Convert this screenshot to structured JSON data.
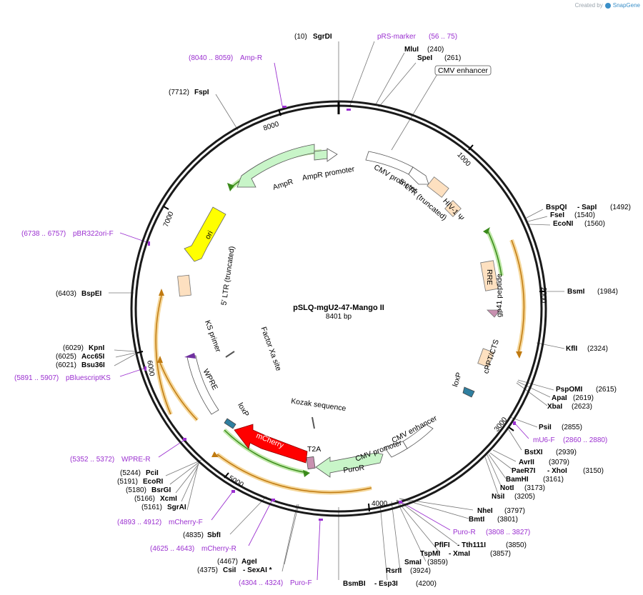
{
  "credit": {
    "prefix": "Created by",
    "brand": "SnapGene"
  },
  "plasmid": {
    "name": "pSLQ-mgU2-47-Mango II",
    "length_label": "8401 bp"
  },
  "scale_ticks": [
    "1000",
    "2000",
    "3000",
    "4000",
    "5000",
    "6000",
    "7000",
    "8000"
  ],
  "features": {
    "cmv_enhancer_box": "CMV enhancer",
    "cmv_promoter": "CMV promoter",
    "ltr5": "5' LTR (truncated)",
    "hiv_psi": "HIV-1 Ψ",
    "rre": "RRE",
    "gp41": "gp41 peptide",
    "cppt": "cPPT/CTS",
    "loxp_right": "loxP",
    "cmv_enhancer2": "CMV enhancer",
    "cmv_promoter2": "CMV promoter",
    "kozak": "Kozak sequence",
    "t2a": "T2A",
    "puror": "PuroR",
    "mcherry": "mCherry",
    "loxp_left": "loxP",
    "wpre": "WPRE",
    "ks_primer": "KS primer",
    "factor_xa": "Factor Xa site",
    "ltr5b": "5' LTR (truncated)",
    "ori": "ori",
    "ampr": "AmpR",
    "ampr_promoter": "AmpR promoter"
  },
  "sites": {
    "sgrdi": {
      "pos": "(10)",
      "name": "SgrDI"
    },
    "mlui": {
      "name": "MluI",
      "pos": "(240)"
    },
    "spei": {
      "name": "SpeI",
      "pos": "(261)"
    },
    "bspqi": {
      "name": "BspQI",
      "name2": "- SapI",
      "pos": "(1492)"
    },
    "fsei": {
      "name": "FseI",
      "pos": "(1540)"
    },
    "econi": {
      "name": "EcoNI",
      "pos": "(1560)"
    },
    "bsmi": {
      "name": "BsmI",
      "pos": "(1984)"
    },
    "kfli": {
      "name": "KflI",
      "pos": "(2324)"
    },
    "pspomi": {
      "name": "PspOMI",
      "pos": "(2615)"
    },
    "apai": {
      "name": "ApaI",
      "pos": "(2619)"
    },
    "xbai": {
      "name": "XbaI",
      "pos": "(2623)"
    },
    "psii": {
      "name": "PsiI",
      "pos": "(2855)"
    },
    "bstxi": {
      "name": "BstXI",
      "pos": "(2939)"
    },
    "avrii": {
      "name": "AvrII",
      "pos": "(3079)"
    },
    "paer7i": {
      "name": "PaeR7I",
      "name2": "- XhoI",
      "pos": "(3150)"
    },
    "bamhi": {
      "name": "BamHI",
      "pos": "(3161)"
    },
    "noti": {
      "name": "NotI",
      "pos": "(3173)"
    },
    "nsii": {
      "name": "NsiI",
      "pos": "(3205)"
    },
    "nhei": {
      "name": "NheI",
      "pos": "(3797)"
    },
    "bmti": {
      "name": "BmtI",
      "pos": "(3801)"
    },
    "pflfi": {
      "name": "PflFI",
      "name2": "- Tth111I",
      "pos": "(3850)"
    },
    "tspmi": {
      "name": "TspMI",
      "name2": "- XmaI",
      "pos": "(3857)"
    },
    "smai": {
      "name": "SmaI",
      "pos": "(3859)"
    },
    "rsrii": {
      "name": "RsrII",
      "pos": "(3924)"
    },
    "bsmbi": {
      "name": "BsmBI",
      "name2": "- Esp3I",
      "pos": "(4200)"
    },
    "agei": {
      "pos": "(4467)",
      "name": "AgeI"
    },
    "csii": {
      "pos": "(4375)",
      "name": "CsiI",
      "name2": "- SexAI *"
    },
    "sbfi": {
      "pos": "(4835)",
      "name": "SbfI"
    },
    "pcii": {
      "pos": "(5244)",
      "name": "PciI"
    },
    "ecori": {
      "pos": "(5191)",
      "name": "EcoRI"
    },
    "bsrgi": {
      "pos": "(5180)",
      "name": "BsrGI"
    },
    "xcmi": {
      "pos": "(5166)",
      "name": "XcmI"
    },
    "sgrai": {
      "pos": "(5161)",
      "name": "SgrAI"
    },
    "kpni": {
      "pos": "(6029)",
      "name": "KpnI"
    },
    "acc65i": {
      "pos": "(6025)",
      "name": "Acc65I"
    },
    "bsu36i": {
      "pos": "(6021)",
      "name": "Bsu36I"
    },
    "bspei": {
      "pos": "(6403)",
      "name": "BspEI"
    },
    "fspi": {
      "pos": "(7712)",
      "name": "FspI"
    }
  },
  "primers": {
    "prs_marker": {
      "name": "pRS-marker",
      "range": "(56 .. 75)"
    },
    "amp_r": {
      "range": "(8040 .. 8059)",
      "name": "Amp-R"
    },
    "pbr322ori": {
      "range": "(6738 .. 6757)",
      "name": "pBR322ori-F"
    },
    "pbluescriptks": {
      "range": "(5891 .. 5907)",
      "name": "pBluescriptKS"
    },
    "wpre_r": {
      "range": "(5352 .. 5372)",
      "name": "WPRE-R"
    },
    "mcherry_f": {
      "range": "(4893 .. 4912)",
      "name": "mCherry-F"
    },
    "mcherry_r": {
      "range": "(4625 .. 4643)",
      "name": "mCherry-R"
    },
    "puro_f": {
      "range": "(4304 .. 4324)",
      "name": "Puro-F"
    },
    "puro_r": {
      "name": "Puro-R",
      "range": "(3808 .. 3827)"
    },
    "mu6_f": {
      "name": "mU6-F",
      "range": "(2860 .. 2880)"
    }
  },
  "colors": {
    "backbone": "#1a1a1a",
    "primer": "#9b30d0",
    "ampr": "#c8f5c8",
    "ori": "#ffff00",
    "mcherry": "#ff0000",
    "puror": "#c8f5c8",
    "ltr": "#fde0c0",
    "orange_highlight": "#f2b440",
    "green_highlight": "#4caf28",
    "loxp": "#2f7fa0",
    "gp41": "#c890b0",
    "ks_primer": "#7030a0"
  }
}
